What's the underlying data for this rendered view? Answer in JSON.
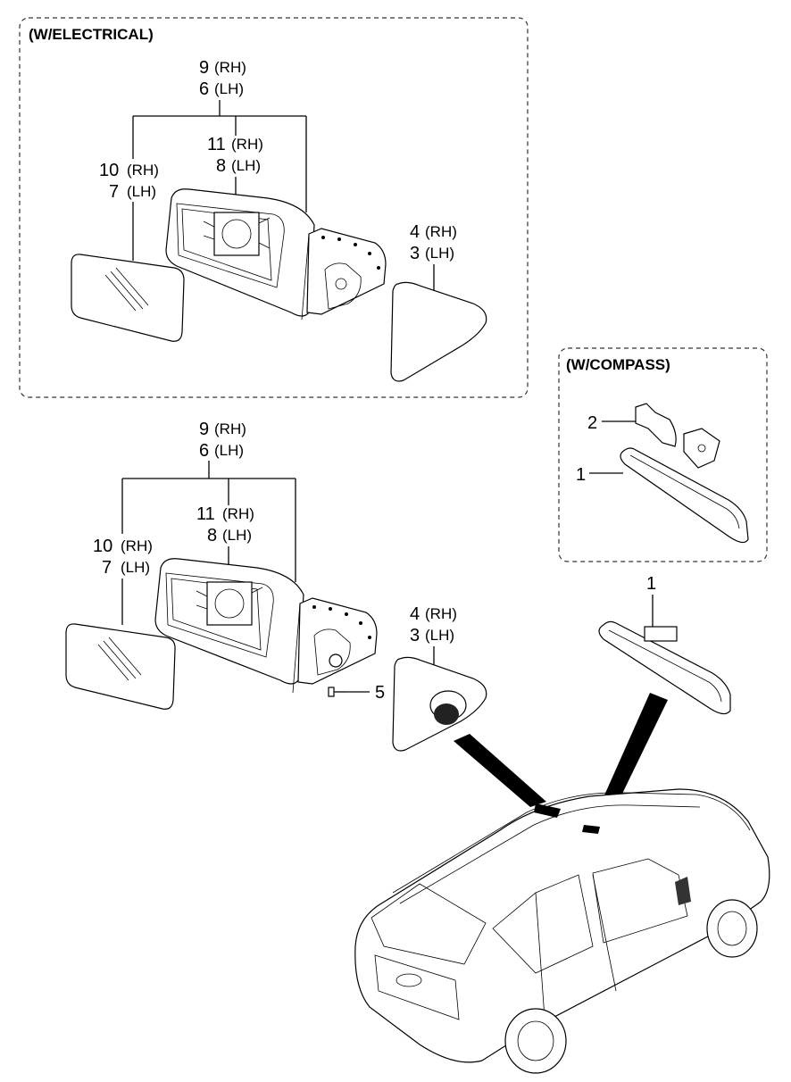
{
  "groups": {
    "electrical": {
      "title": "(W/ELECTRICAL)"
    },
    "compass": {
      "title": "(W/COMPASS)"
    }
  },
  "callouts": {
    "top": {
      "housing_rh": "9",
      "housing_lh": "6",
      "actuator_rh": "11",
      "actuator_lh": "8",
      "glass_rh": "10",
      "glass_lh": "7",
      "cover_rh": "4",
      "cover_lh": "3"
    },
    "middle": {
      "housing_rh": "9",
      "housing_lh": "6",
      "actuator_rh": "11",
      "actuator_lh": "8",
      "glass_rh": "10",
      "glass_lh": "7",
      "cover_rh": "4",
      "cover_lh": "3",
      "screw": "5"
    },
    "compass": {
      "cover": "2",
      "mirror": "1"
    },
    "inside_mirror": "1"
  },
  "side": {
    "rh": "(RH)",
    "lh": "(LH)"
  },
  "icons": [
    "mirror-glass",
    "mirror-housing",
    "mirror-actuator",
    "corner-cover",
    "screw",
    "inside-rear-view-mirror",
    "vehicle"
  ]
}
